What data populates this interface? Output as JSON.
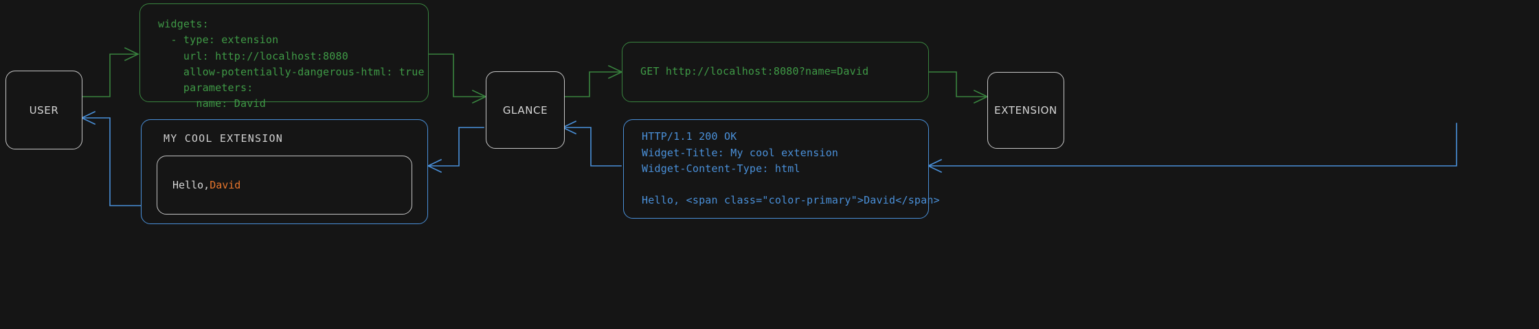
{
  "diagram": {
    "background": "#151515",
    "colors": {
      "green": "#3f9a46",
      "blue": "#4a90d9",
      "node_border": "#c8c8c8",
      "accent_orange": "#e8762c",
      "text_light": "#d6d6d6"
    },
    "nodes": {
      "user": "USER",
      "glance": "GLANCE",
      "extension": "EXTENSION"
    },
    "config_block": {
      "lines": "widgets:\n  - type: extension\n    url: http://localhost:8080\n    allow-potentially-dangerous-html: true\n    parameters:\n      name: David"
    },
    "request_block": {
      "lines": "GET http://localhost:8080?name=David"
    },
    "response_block": {
      "lines": "HTTP/1.1 200 OK\nWidget-Title: My cool extension\nWidget-Content-Type: html\n\nHello, <span class=\"color-primary\">David</span>"
    },
    "rendered_widget": {
      "title": "MY COOL EXTENSION",
      "greeting": "Hello, ",
      "name": "David"
    }
  }
}
